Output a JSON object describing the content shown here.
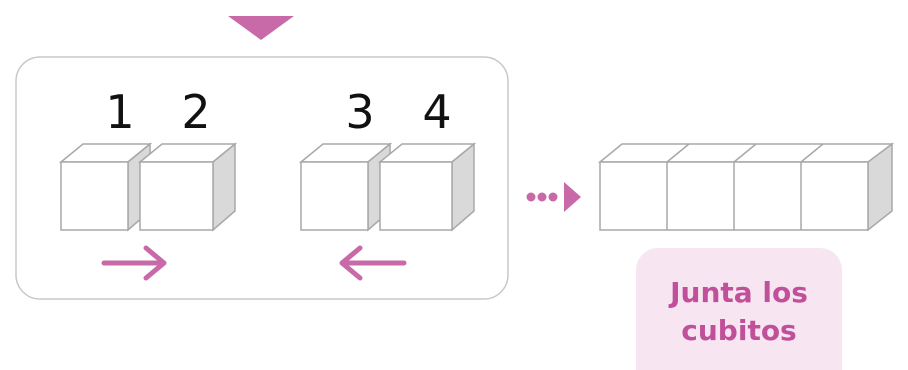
{
  "colors": {
    "accent": "#c86aa8",
    "cube_stroke": "#a8a8a8",
    "cube_side": "#d9d9d9",
    "panel_border": "#c8c8c8",
    "callout_bg": "#f7e6f2",
    "callout_text": "#c0509a"
  },
  "labels": {
    "n1": "1",
    "n2": "2",
    "n3": "3",
    "n4": "4"
  },
  "callout": {
    "line1": "Junta los",
    "line2": "cubitos"
  },
  "icons": {
    "top": "down-triangle-icon",
    "left_group": "arrow-right-icon",
    "right_group": "arrow-left-icon",
    "connector": "dotted-arrow-icon"
  }
}
